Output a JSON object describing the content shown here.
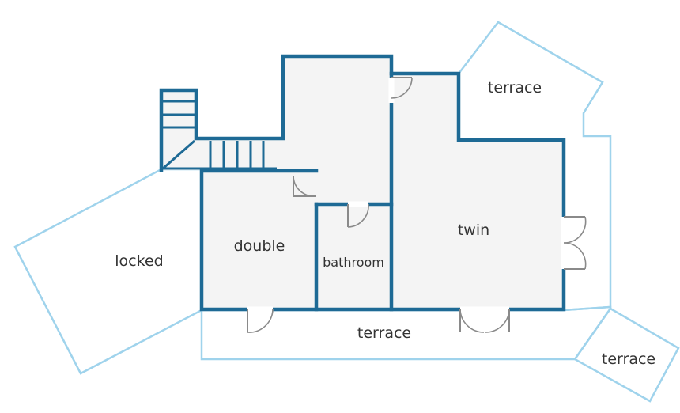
{
  "rooms": {
    "terrace_top": "terrace",
    "locked": "locked",
    "double": "double",
    "bathroom": "bathroom",
    "twin": "twin",
    "terrace_bottom": "terrace",
    "terrace_right": "terrace"
  },
  "colors": {
    "wall": "#1e6a95",
    "outline": "#9fd3ec",
    "room_fill": "#f4f4f4",
    "door": "#8a8a8a"
  }
}
